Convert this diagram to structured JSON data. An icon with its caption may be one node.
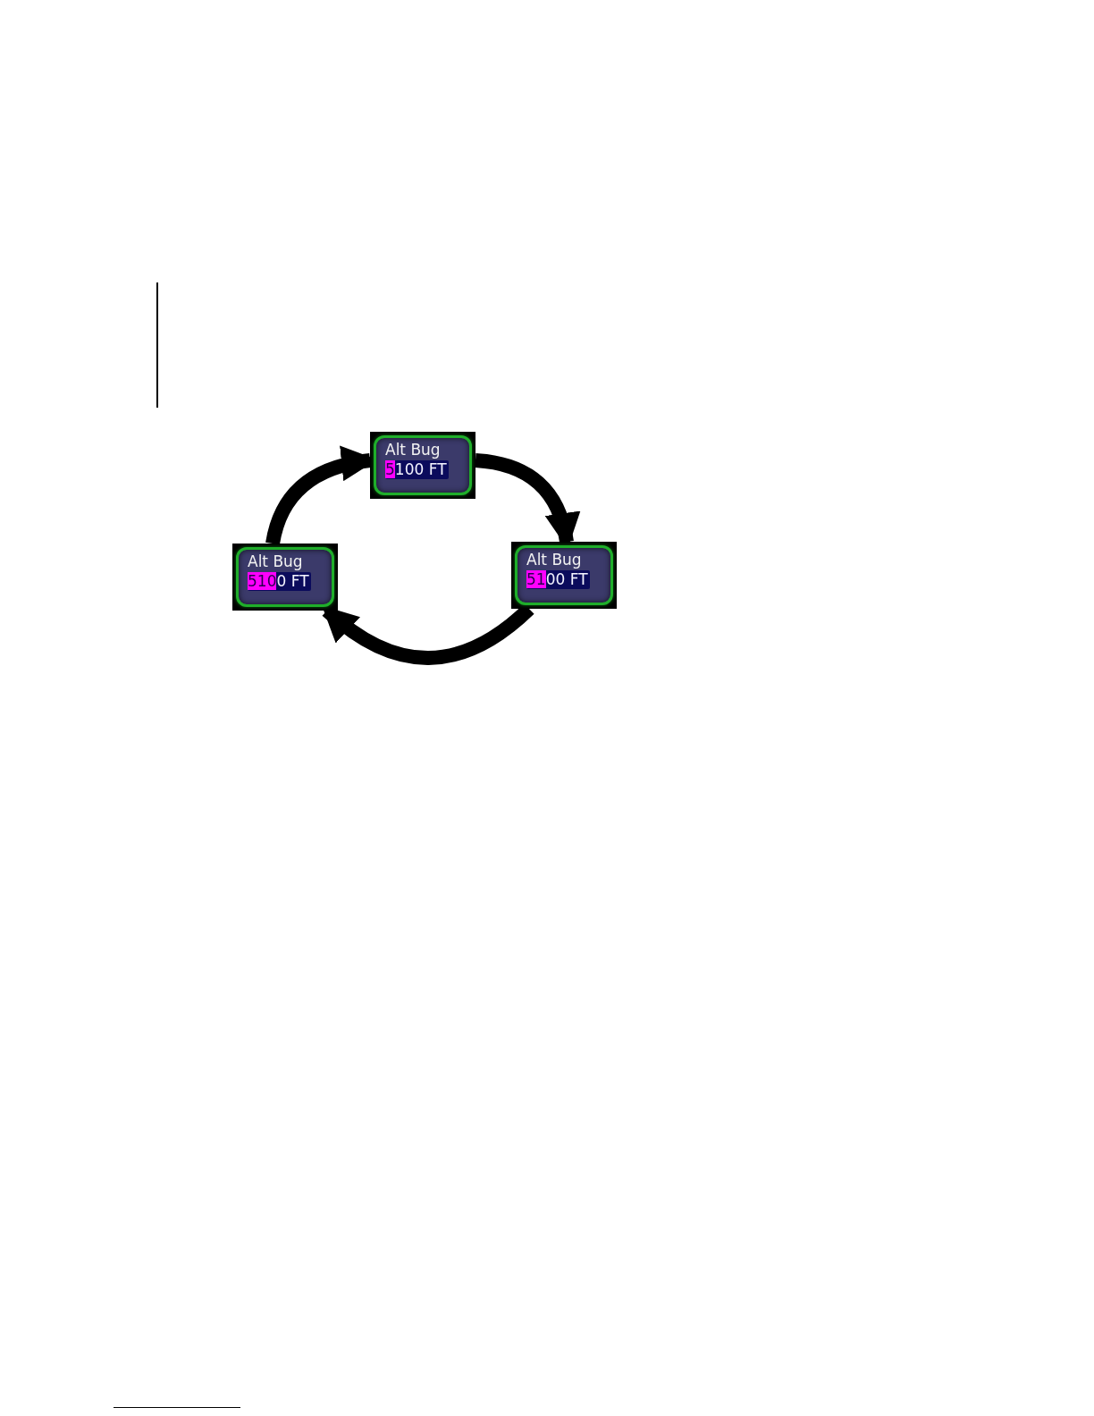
{
  "diagram": {
    "nodes": [
      {
        "text": [
          "Alt Bug",
          "5100 FT"
        ]
      },
      {
        "text": [
          "Alt Bug",
          "5100 FT"
        ]
      },
      {
        "text": [
          "Alt Bug",
          "5100 FT"
        ]
      }
    ],
    "edges": [
      {
        "from": 1,
        "to": 0,
        "arrow": "to"
      },
      {
        "from": 0,
        "to": 2,
        "arrow": "to"
      },
      {
        "from": 2,
        "to": 1,
        "arrow": "to"
      }
    ]
  }
}
